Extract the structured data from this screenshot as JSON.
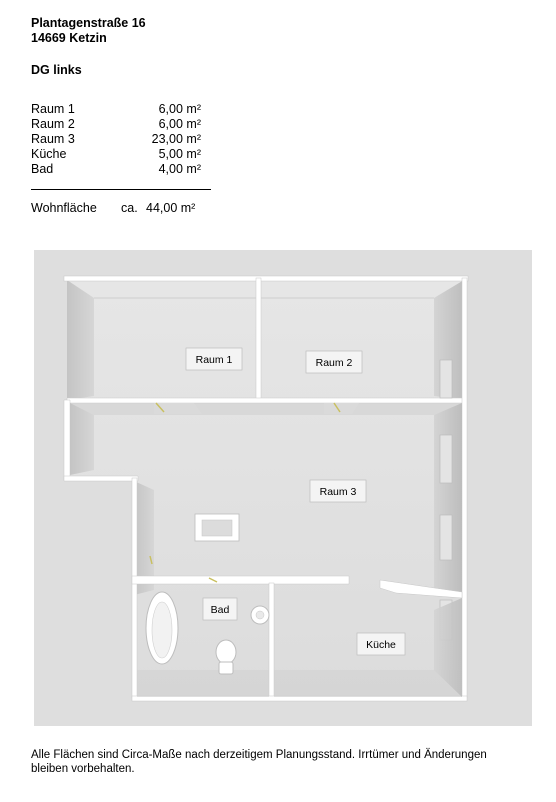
{
  "header": {
    "street": "Plantagenstraße 16",
    "city": "14669 Ketzin",
    "unit": "DG links"
  },
  "rooms": [
    {
      "name": "Raum 1",
      "area": "6,00 m²"
    },
    {
      "name": "Raum 2",
      "area": "6,00 m²"
    },
    {
      "name": "Raum 3",
      "area": "23,00 m²"
    },
    {
      "name": "Küche",
      "area": "5,00 m²"
    },
    {
      "name": "Bad",
      "area": "4,00 m²"
    }
  ],
  "total": {
    "label": "Wohnfläche",
    "approx": "ca.",
    "value": "44,00 m²"
  },
  "plan_labels": {
    "raum1": "Raum 1",
    "raum2": "Raum 2",
    "raum3": "Raum 3",
    "bad": "Bad",
    "kueche": "Küche"
  },
  "footer": {
    "note": "Alle Flächen sind Circa-Maße nach derzeitigem Planungsstand. Irrtümer und Änderungen bleiben vorbehalten."
  }
}
